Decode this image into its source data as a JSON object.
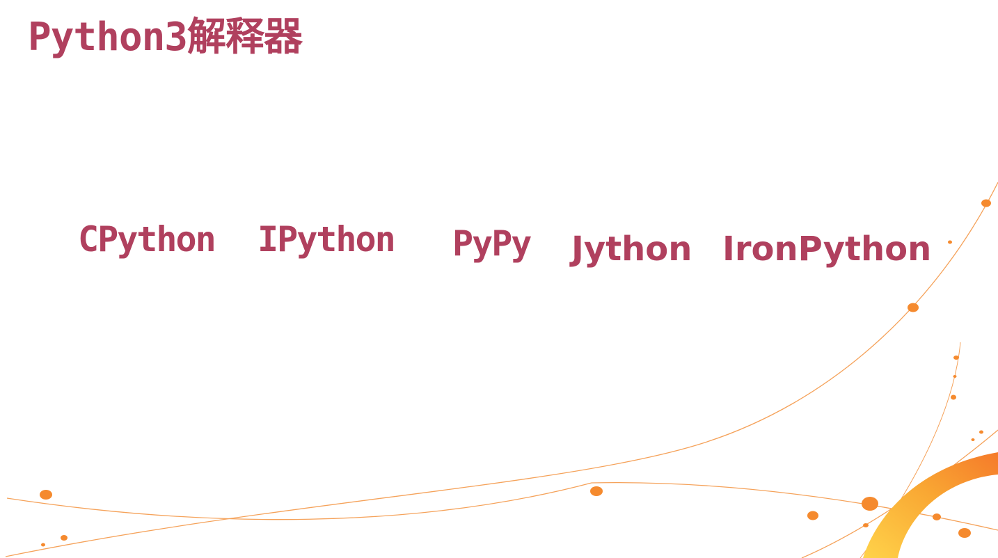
{
  "slide": {
    "title": "Python3解释器",
    "accent_color": "#b0405e",
    "decoration_color": "#f58a2e",
    "interpreters": [
      {
        "name": "CPython"
      },
      {
        "name": "IPython"
      },
      {
        "name": "PyPy"
      },
      {
        "name": "Jython"
      },
      {
        "name": "IronPython"
      }
    ]
  }
}
